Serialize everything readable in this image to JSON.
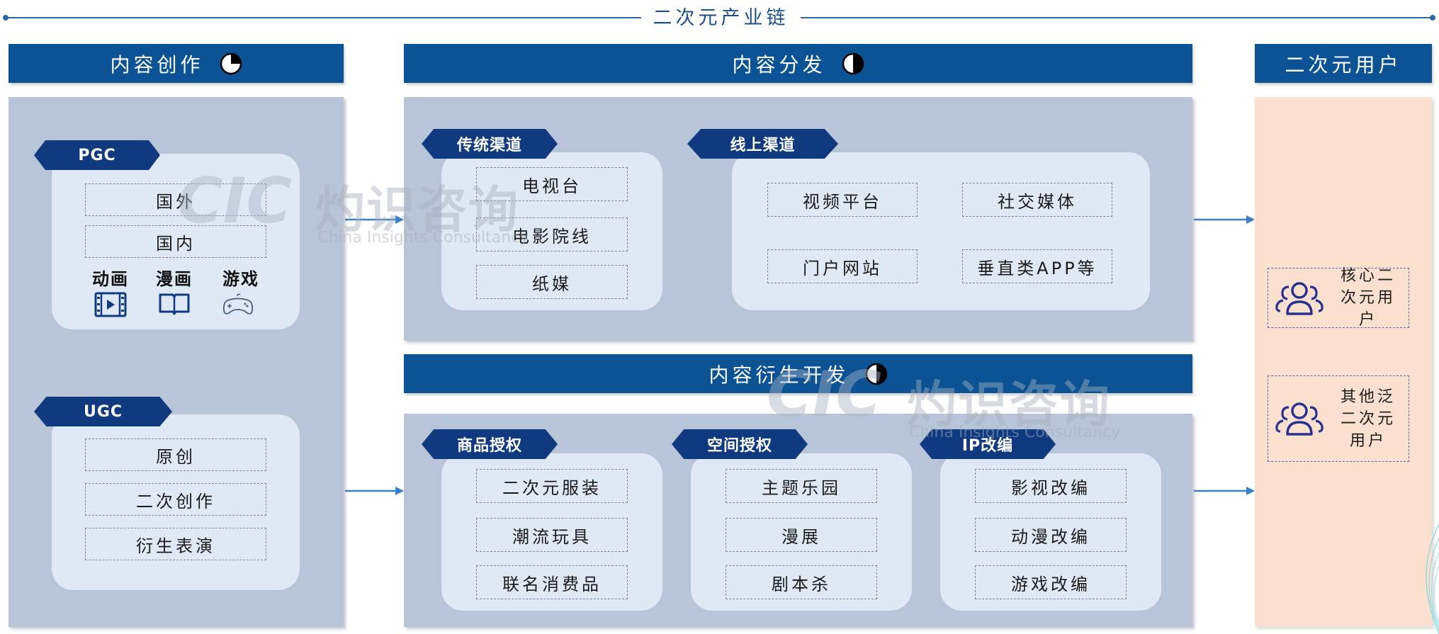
{
  "title": "二次元产业链",
  "headers": {
    "content_creation": "内容创作",
    "content_distribution": "内容分发",
    "derivative_development": "内容衍生开发",
    "users": "二次元用户"
  },
  "creation": {
    "pgc": {
      "tag": "PGC",
      "items": [
        "国外",
        "国内"
      ],
      "icons": [
        {
          "label": "动画",
          "icon": "video-play-icon"
        },
        {
          "label": "漫画",
          "icon": "open-book-icon"
        },
        {
          "label": "游戏",
          "icon": "gamepad-icon"
        }
      ]
    },
    "ugc": {
      "tag": "UGC",
      "items": [
        "原创",
        "二次创作",
        "衍生表演"
      ]
    }
  },
  "distribution": {
    "traditional": {
      "tag": "传统渠道",
      "items": [
        "电视台",
        "电影院线",
        "纸媒"
      ]
    },
    "online": {
      "tag": "线上渠道",
      "items": [
        "视频平台",
        "社交媒体",
        "门户网站",
        "垂直类APP等"
      ]
    }
  },
  "derivative": {
    "goods": {
      "tag": "商品授权",
      "items": [
        "二次元服装",
        "潮流玩具",
        "联名消费品"
      ]
    },
    "space": {
      "tag": "空间授权",
      "items": [
        "主题乐园",
        "漫展",
        "剧本杀"
      ]
    },
    "ip": {
      "tag": "IP改编",
      "items": [
        "影视改编",
        "动漫改编",
        "游戏改编"
      ]
    }
  },
  "users": {
    "core": {
      "line1": "核心二",
      "line2": "次元用户"
    },
    "other": {
      "line1": "其他泛",
      "line2": "二次元",
      "line3": "用户"
    }
  },
  "watermark": {
    "logo": "CIC",
    "cn": "灼识咨询",
    "en": "China Insights Consultancy"
  },
  "colors": {
    "header": "#0b5394",
    "tag": "#0f3a80",
    "panel": "#b8c4d7",
    "box": "#dfe9f6",
    "user_panel": "#fbe0d0",
    "arrow": "#3a80c9"
  }
}
